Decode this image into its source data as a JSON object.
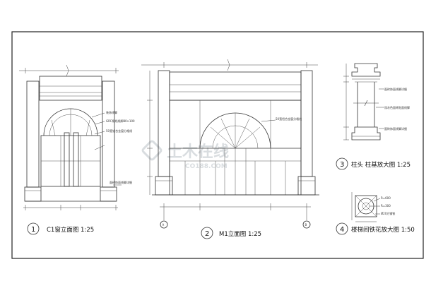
{
  "drawings": [
    {
      "number": "1",
      "caption": "C1窗立面图 1:25",
      "notes": [
        "装饰线脚",
        "GRC角线线脚80×100",
        "50宽铝合金窗分格线"
      ],
      "bottom_note": "面砖饰面线脚详细"
    },
    {
      "number": "2",
      "caption": "M1立面图 1:25",
      "notes": [
        "50宽铝合金窗分格线"
      ],
      "axis_labels": [
        "A",
        "B"
      ]
    },
    {
      "number": "3",
      "caption": "柱头 柱基放大图 1:25",
      "notes": [
        "面砖饰面线脚详细",
        "深灰色面砖贴面线脚",
        "面砖饰面线脚详细"
      ]
    },
    {
      "number": "4",
      "caption": "楼梯间铁花放大图 1:50",
      "notes": [
        "R=600",
        "R=300",
        "Ø20方钢铁"
      ]
    }
  ],
  "watermark": {
    "text": "土木在线",
    "subtext": "CO188.COM"
  },
  "colors": {
    "line": "#333333",
    "watermark": "#d9dde0",
    "background": "#ffffff"
  }
}
